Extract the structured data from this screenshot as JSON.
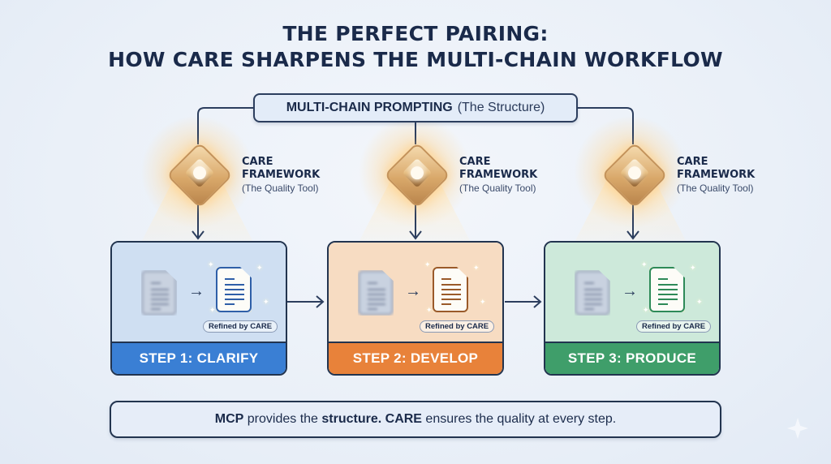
{
  "title": {
    "line1": "THE PERFECT PAIRING:",
    "line2": "HOW CARE SHARPENS THE MULTI-CHAIN WORKFLOW"
  },
  "structure_box": {
    "bold": "MULTI-CHAIN PROMPTING",
    "normal": "(The Structure)"
  },
  "care_nodes": [
    {
      "title1": "CARE",
      "title2": "FRAMEWORK",
      "subtitle": "(The Quality Tool)",
      "icon": "diamond-star-icon"
    },
    {
      "title1": "CARE",
      "title2": "FRAMEWORK",
      "subtitle": "(The Quality Tool)",
      "icon": "diamond-star-icon"
    },
    {
      "title1": "CARE",
      "title2": "FRAMEWORK",
      "subtitle": "(The Quality Tool)",
      "icon": "diamond-star-icon"
    }
  ],
  "steps": [
    {
      "label": "STEP 1: CLARIFY",
      "badge": "Refined by CARE",
      "color": "#3a7fd4",
      "body_color": "#cfdff2",
      "doc_color": "#2f5fa8"
    },
    {
      "label": "STEP 2: DEVELOP",
      "badge": "Refined by CARE",
      "color": "#e8823a",
      "body_color": "#f7dcc2",
      "doc_color": "#9a5a2a"
    },
    {
      "label": "STEP 3: PRODUCE",
      "badge": "Refined by CARE",
      "color": "#3f9e6a",
      "body_color": "#cde9da",
      "doc_color": "#2e8a58"
    }
  ],
  "summary": {
    "b1": "MCP",
    "t1": " provides the ",
    "b2": "structure.",
    "t2": " ",
    "b3": "CARE",
    "t3": " ensures the quality at every step."
  }
}
